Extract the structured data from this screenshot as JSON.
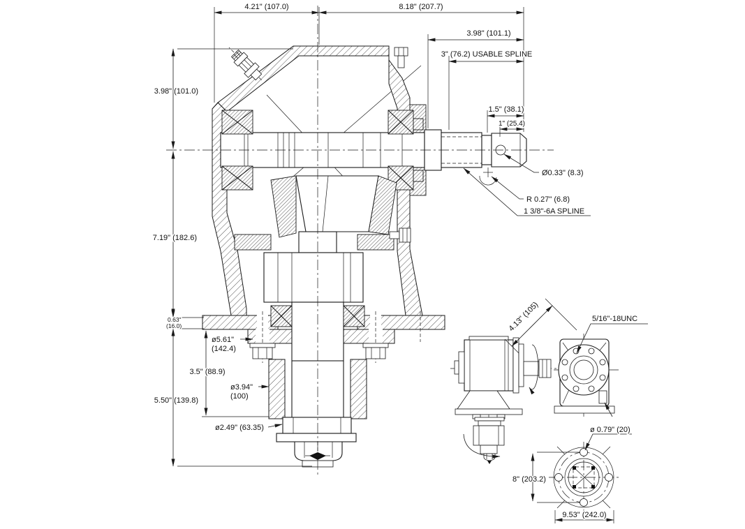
{
  "page": {
    "background": "#ffffff",
    "ink_color": "#1a1a1a",
    "description": "Dimensioned engineering drawing of a rotary-cutter gearbox: main cross-section view, side view, rear view and bottom mounting-flange view"
  },
  "labels": {
    "top_width_left": "4.21\" (107.0)",
    "top_width_right": "8.18\" (207.7)",
    "shaft_overall": "3.98\" (101.1)",
    "usable_spline": "3\" (76.2) USABLE SPLINE",
    "spline_len": "1.5\" (38.1)",
    "tip_len": "1\" (25.4)",
    "pin_hole_dia": "Ø0.33\" (8.3)",
    "fillet_radius": "R 0.27\" (6.8)",
    "input_spline_spec": "1 3/8\"-6A SPLINE",
    "height_upper": "3.98\" (101.0)",
    "height_mid": "7.19\" (182.6)",
    "flange_thick_in": "0.63\"",
    "flange_thick_mm": "(16.0)",
    "height_lower": "5.50\" (139.8)",
    "pilot_dia_in": "ø5.61\"",
    "pilot_dia_mm": "(142.4)",
    "lower_len": "3.5\" (88.9)",
    "hub_dia_in": "ø3.94\"",
    "hub_dia_mm": "(100)",
    "output_shaft_dia": "ø2.49\" (63.35)",
    "shaft_projection": "4.13\" (105)",
    "thread_spec": "5/16\"-18UNC",
    "bolt_hole_dia": "ø 0.79\" (20)",
    "bolt_spacing": "8\" (203.2)",
    "flange_od": "9.53\" (242.0)"
  }
}
